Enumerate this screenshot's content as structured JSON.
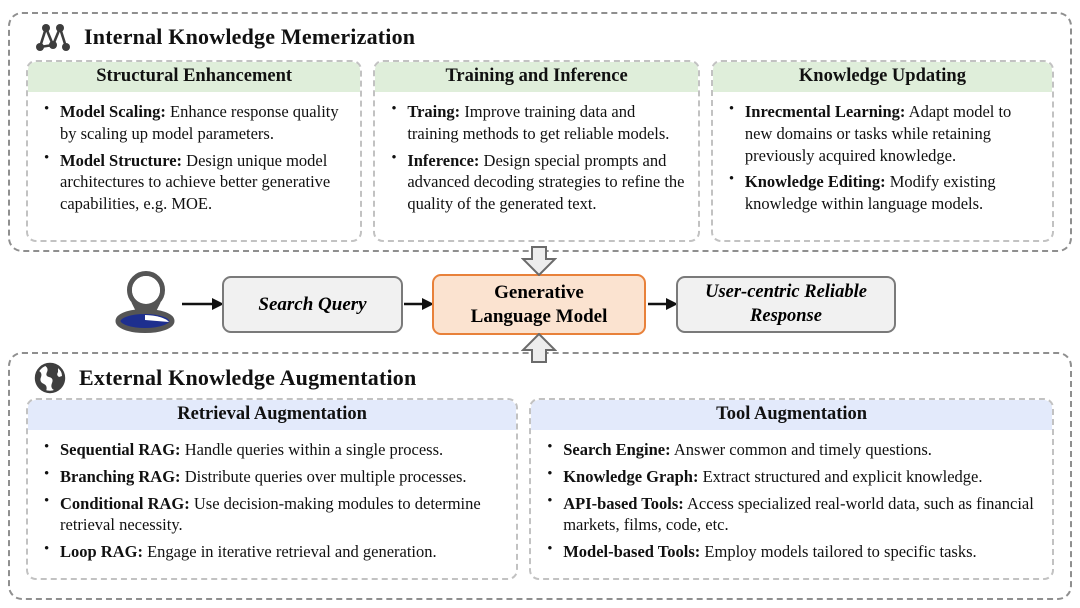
{
  "ui": {
    "bullet": "•"
  },
  "colors": {
    "accent_orange_border": "#E8813A",
    "model_box_fill": "#FBE3D0",
    "green_header": "#DFEEDA",
    "blue_header": "#E3EAFB",
    "gray_box_fill": "#F1F1F1",
    "dashed_border": "#8F8F8F",
    "person_base_blue": "#1E2F8F"
  },
  "sections": {
    "internal": {
      "title": "Internal Knowledge Memerization",
      "icon": "network-graph-icon",
      "cards": [
        {
          "title": "Structural Enhancement",
          "items": [
            {
              "term": "Model Scaling:",
              "desc": "Enhance response quality by scaling up model parameters."
            },
            {
              "term": "Model Structure:",
              "desc": "Design unique model architectures to achieve better generative capabilities, e.g. MOE."
            }
          ]
        },
        {
          "title": "Training and Inference",
          "items": [
            {
              "term": "Traing:",
              "desc": "Improve training data and training methods to get reliable models."
            },
            {
              "term": "Inference:",
              "desc": "Design special prompts and advanced decoding strategies to refine the quality of the generated text."
            }
          ]
        },
        {
          "title": "Knowledge Updating",
          "items": [
            {
              "term": "Inrecmental Learning:",
              "desc": "Adapt model to new domains or tasks while retaining previously acquired knowledge."
            },
            {
              "term": "Knowledge Editing:",
              "desc": "Modify existing knowledge within language models."
            }
          ]
        }
      ]
    },
    "external": {
      "title": "External Knowledge Augmentation",
      "icon": "globe-icon",
      "cards": [
        {
          "title": "Retrieval Augmentation",
          "items": [
            {
              "term": "Sequential RAG:",
              "desc": "Handle queries within a single process."
            },
            {
              "term": "Branching RAG:",
              "desc": "Distribute queries over multiple processes."
            },
            {
              "term": "Conditional RAG:",
              "desc": "Use decision-making modules to determine retrieval necessity."
            },
            {
              "term": "Loop RAG:",
              "desc": "Engage in iterative retrieval and generation."
            }
          ]
        },
        {
          "title": "Tool Augmentation",
          "items": [
            {
              "term": "Search Engine:",
              "desc": "Answer common and timely questions."
            },
            {
              "term": "Knowledge Graph:",
              "desc": "Extract structured and explicit knowledge."
            },
            {
              "term": "API-based Tools:",
              "desc": "Access specialized real-world data, such as financial markets, films, code, etc."
            },
            {
              "term": "Model-based Tools:",
              "desc": "Employ models tailored to specific tasks."
            }
          ]
        }
      ]
    }
  },
  "flow": {
    "user_icon": "person-icon",
    "search_query": "Search Query",
    "model": {
      "line1": "Generative",
      "line2": "Language Model"
    },
    "response": "User-centric Reliable Response"
  }
}
